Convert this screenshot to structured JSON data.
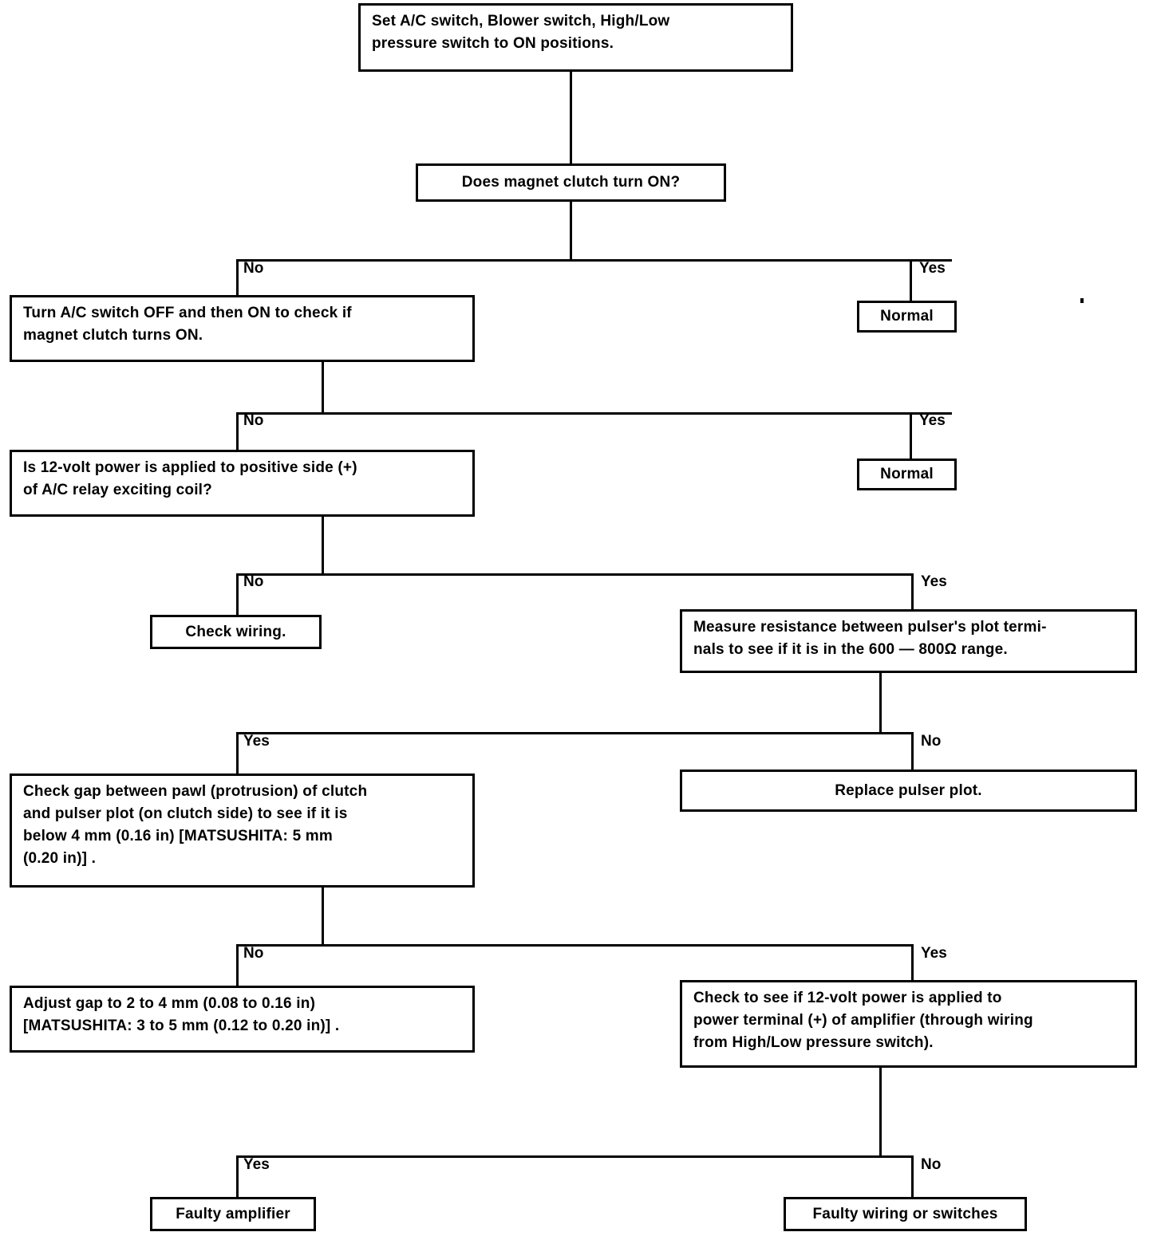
{
  "diagram": {
    "title": "A/C magnet clutch troubleshooting flowchart",
    "line_color": "#000000",
    "background": "#ffffff",
    "nodes": [
      {
        "id": "start",
        "name": "set-switches-box",
        "text": "Set A/C switch, Blower switch, High/Low\npressure switch to ON positions."
      },
      {
        "id": "q1",
        "name": "magnet-clutch-question-box",
        "text": "Does magnet clutch turn ON?"
      },
      {
        "id": "normal1",
        "name": "normal-result-box-1",
        "text": "Normal"
      },
      {
        "id": "a1",
        "name": "turn-ac-switch-box",
        "text": "Turn A/C switch OFF and then ON to check if\nmagnet clutch turns ON."
      },
      {
        "id": "normal2",
        "name": "normal-result-box-2",
        "text": "Normal"
      },
      {
        "id": "q2",
        "name": "twelve-volt-relay-question-box",
        "text": "Is 12-volt power is applied to positive side (+)\nof A/C relay exciting coil?"
      },
      {
        "id": "wiring",
        "name": "check-wiring-box",
        "text": "Check wiring."
      },
      {
        "id": "q3",
        "name": "measure-resistance-box",
        "text": "Measure resistance between pulser's plot termi-\nnals to see if it is in the 600 — 800Ω range."
      },
      {
        "id": "replace",
        "name": "replace-pulser-plot-box",
        "text": "Replace pulser plot."
      },
      {
        "id": "q4",
        "name": "check-gap-box",
        "text": "Check gap between pawl (protrusion) of clutch\nand pulser plot (on clutch side) to see if it is\nbelow 4 mm (0.16 in) [MATSUSHITA: 5 mm\n(0.20 in)] ."
      },
      {
        "id": "adjust",
        "name": "adjust-gap-box",
        "text": "Adjust gap to 2 to 4 mm (0.08 to 0.16 in)\n[MATSUSHITA: 3 to 5 mm (0.12 to 0.20 in)] ."
      },
      {
        "id": "q5",
        "name": "check-amplifier-power-box",
        "text": "Check to see if 12-volt power is applied to\npower terminal (+) of amplifier (through wiring\nfrom High/Low pressure switch)."
      },
      {
        "id": "faultyamp",
        "name": "faulty-amplifier-box",
        "text": "Faulty amplifier"
      },
      {
        "id": "faultywire",
        "name": "faulty-wiring-box",
        "text": "Faulty wiring or switches"
      }
    ],
    "branch_labels": [
      {
        "id": "b1no",
        "name": "branch-label-no-1",
        "text": "No"
      },
      {
        "id": "b1yes",
        "name": "branch-label-yes-1",
        "text": "Yes"
      },
      {
        "id": "b2no",
        "name": "branch-label-no-2",
        "text": "No"
      },
      {
        "id": "b2yes",
        "name": "branch-label-yes-2",
        "text": "Yes"
      },
      {
        "id": "b3no",
        "name": "branch-label-no-3",
        "text": "No"
      },
      {
        "id": "b3yes",
        "name": "branch-label-yes-3",
        "text": "Yes"
      },
      {
        "id": "b4yes",
        "name": "branch-label-yes-4",
        "text": "Yes"
      },
      {
        "id": "b4no",
        "name": "branch-label-no-4",
        "text": "No"
      },
      {
        "id": "b5no",
        "name": "branch-label-no-5",
        "text": "No"
      },
      {
        "id": "b5yes",
        "name": "branch-label-yes-5",
        "text": "Yes"
      },
      {
        "id": "b6yes",
        "name": "branch-label-yes-6",
        "text": "Yes"
      },
      {
        "id": "b6no",
        "name": "branch-label-no-6",
        "text": "No"
      }
    ]
  }
}
